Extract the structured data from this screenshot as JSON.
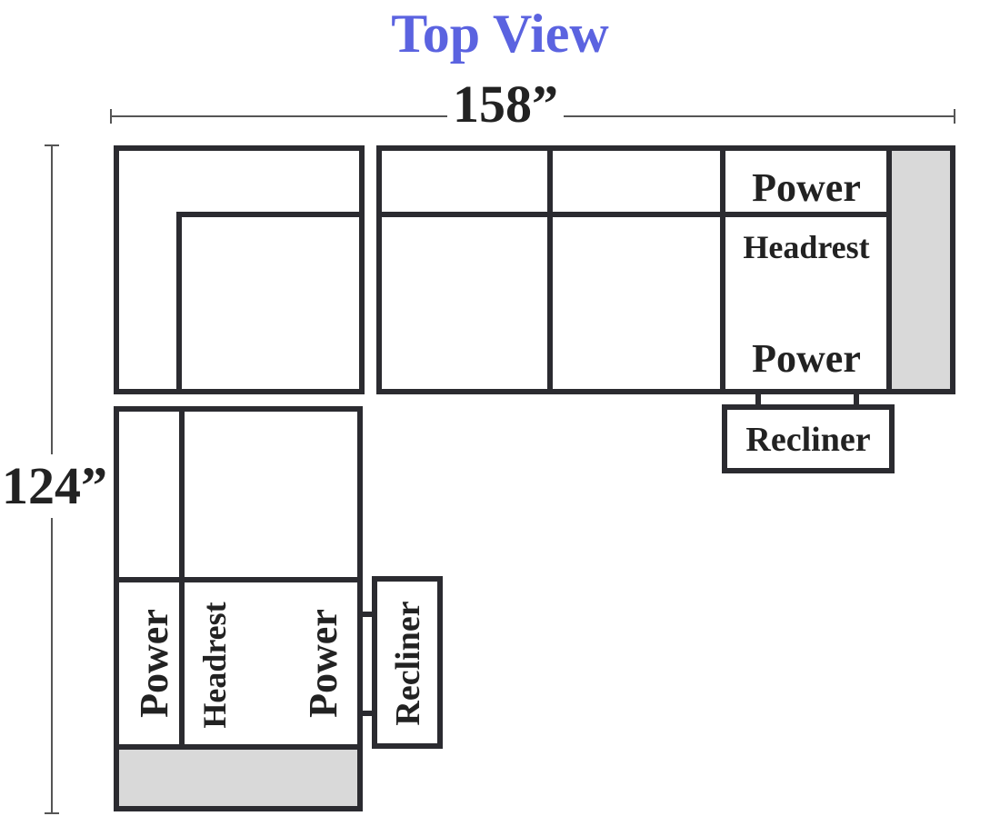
{
  "diagram": {
    "title": "Top View",
    "width_label": "158”",
    "depth_label": "124”",
    "labels": {
      "power": "Power",
      "headrest": "Headrest",
      "recliner": "Recliner"
    }
  },
  "colors": {
    "title": "#5b63e0",
    "outline": "#2b2b30",
    "arm_fill": "#d9d9d9",
    "dimension_line": "#555555",
    "text": "#222222"
  }
}
